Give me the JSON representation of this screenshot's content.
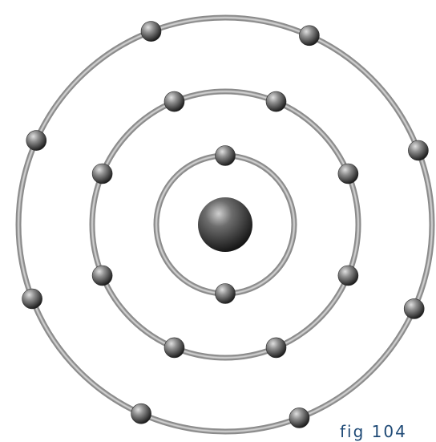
{
  "figure": {
    "caption": "fig 104",
    "shells": [
      {
        "name": "inner-shell",
        "electrons": 2
      },
      {
        "name": "middle-shell",
        "electrons": 8
      },
      {
        "name": "outer-shell",
        "electrons": 8
      }
    ],
    "colors": {
      "background": "#ffffff",
      "orbit": "#8a8a8a",
      "orbit_highlight": "#d6d6d6",
      "sphere_light": "#bdbdbd",
      "sphere_dark": "#111111",
      "caption": "#1f4a76"
    }
  }
}
